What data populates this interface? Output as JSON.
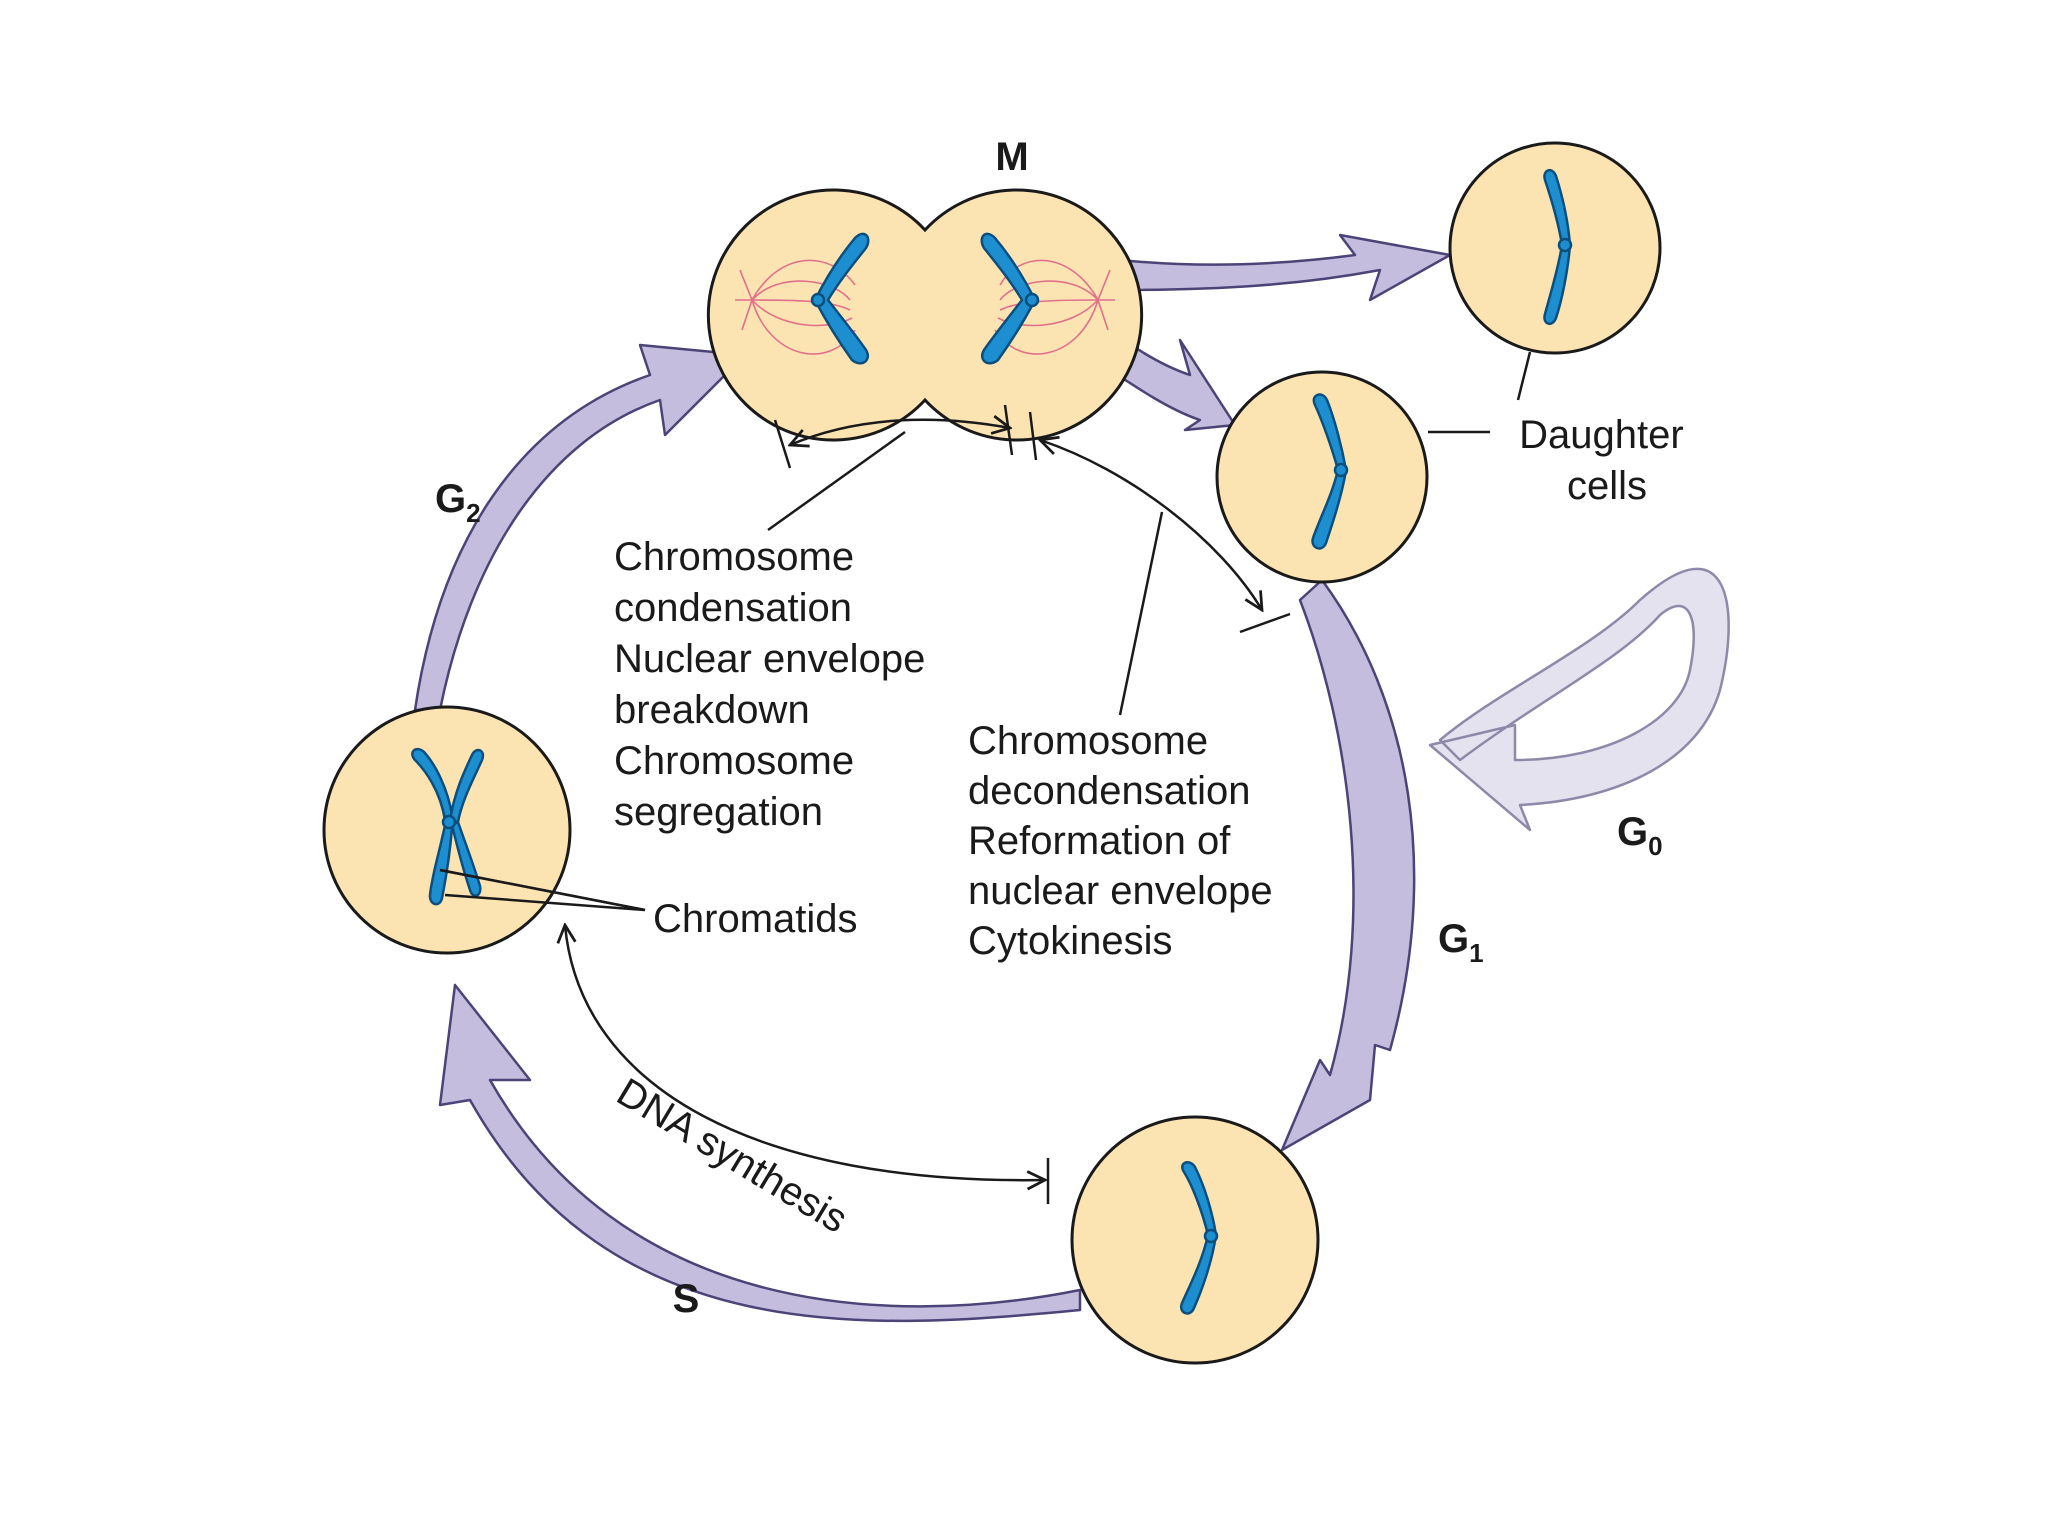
{
  "phases": {
    "m": "M",
    "g2_main": "G",
    "g2_sub": "2",
    "s": "S",
    "g1_main": "G",
    "g1_sub": "1",
    "g0_main": "G",
    "g0_sub": "0"
  },
  "labels": {
    "daughter_cells": [
      "Daughter",
      "cells"
    ],
    "mitosis_entry": [
      "Chromosome",
      "condensation",
      "Nuclear envelope",
      "breakdown",
      "Chromosome",
      "segregation"
    ],
    "mitosis_exit": [
      "Chromosome",
      "decondensation",
      "Reformation of",
      "nuclear envelope",
      "Cytokinesis"
    ],
    "chromatids": "Chromatids",
    "dna_synthesis": "DNA synthesis"
  },
  "colors": {
    "cell_fill": "#fbe3b2",
    "chromosome": "#1d8fd1",
    "spindle": "#e0708a",
    "cycle_arrow": "#c4bddd",
    "g0_arrow": "#e4e2ee"
  }
}
